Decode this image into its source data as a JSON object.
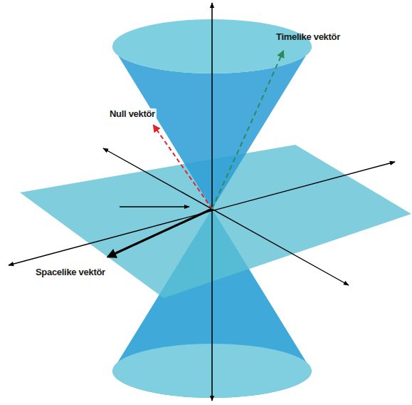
{
  "diagram": {
    "labels": [
      "Timelike vektör",
      "Null vektör",
      "Spacelike vektör"
    ]
  }
}
